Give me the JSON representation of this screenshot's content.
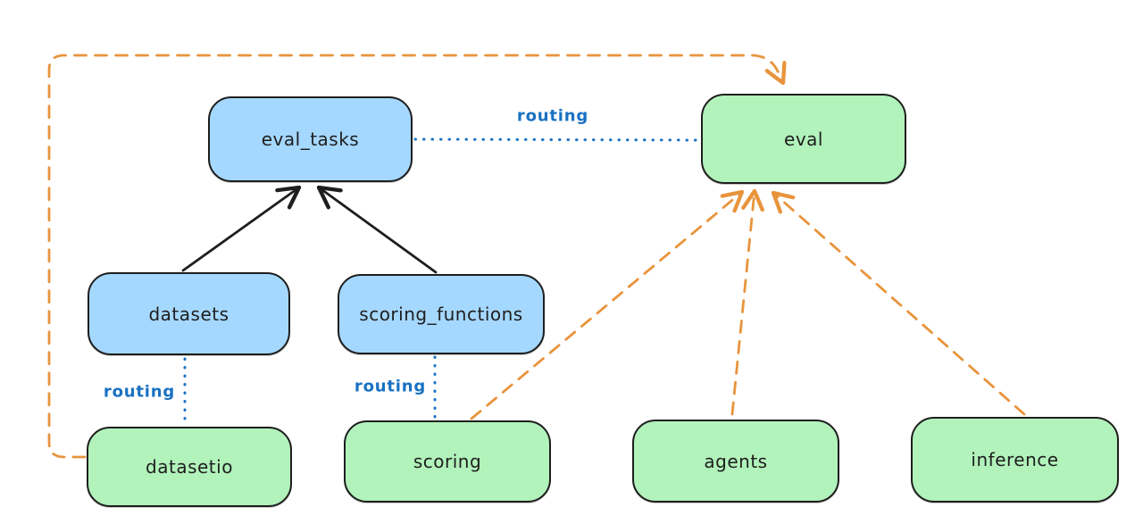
{
  "diagram": {
    "background": "#ffffff",
    "colors": {
      "node_blue_fill": "#a5d8ff",
      "node_green_fill": "#b2f2bb",
      "node_border": "#1e1e1e",
      "routing_blue": "#1971c2",
      "arrow_orange": "#e8943c",
      "arrow_black": "#1e1e1e"
    },
    "nodes": {
      "eval_tasks": {
        "label": "eval_tasks",
        "color": "blue"
      },
      "eval": {
        "label": "eval",
        "color": "green"
      },
      "datasets": {
        "label": "datasets",
        "color": "blue"
      },
      "scoring_functions": {
        "label": "scoring_functions",
        "color": "blue"
      },
      "datasetio": {
        "label": "datasetio",
        "color": "green"
      },
      "scoring": {
        "label": "scoring",
        "color": "green"
      },
      "agents": {
        "label": "agents",
        "color": "green"
      },
      "inference": {
        "label": "inference",
        "color": "green"
      }
    },
    "edge_labels": {
      "eval_tasks_eval": "routing",
      "datasets_datasetio": "routing",
      "scoring_functions_scoring": "routing"
    },
    "edges": [
      {
        "from": "datasets",
        "to": "eval_tasks",
        "style": "solid-black-arrow"
      },
      {
        "from": "scoring_functions",
        "to": "eval_tasks",
        "style": "solid-black-arrow"
      },
      {
        "from": "eval_tasks",
        "to": "eval",
        "style": "dotted-blue",
        "label": "routing"
      },
      {
        "from": "datasets",
        "to": "datasetio",
        "style": "dotted-blue",
        "label": "routing"
      },
      {
        "from": "scoring_functions",
        "to": "scoring",
        "style": "dotted-blue",
        "label": "routing"
      },
      {
        "from": "datasetio",
        "to": "eval",
        "style": "dashed-orange-arrow"
      },
      {
        "from": "scoring",
        "to": "eval",
        "style": "dashed-orange-arrow"
      },
      {
        "from": "agents",
        "to": "eval",
        "style": "dashed-orange-arrow"
      },
      {
        "from": "inference",
        "to": "eval",
        "style": "dashed-orange-arrow"
      }
    ]
  }
}
